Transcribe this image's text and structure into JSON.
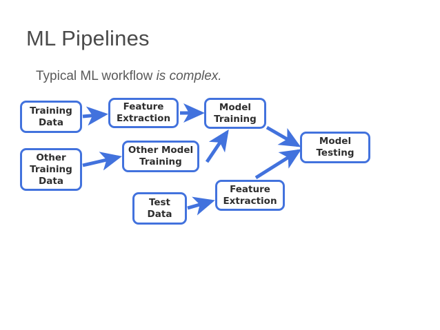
{
  "slide": {
    "title": "ML Pipelines",
    "subtitle_plain": "Typical ML workflow ",
    "subtitle_emphasis": "is complex.",
    "background_color": "#ffffff",
    "title_color": "#4a4a4a",
    "subtitle_color": "#595959"
  },
  "diagram": {
    "accent_color": "#4272DD",
    "node_text_color": "#2e2e2e",
    "node_fill_color": "#ffffff",
    "nodes": [
      {
        "id": "training-data",
        "label": "Training\nData"
      },
      {
        "id": "other-training-data",
        "label": "Other\nTraining\nData"
      },
      {
        "id": "feature-extraction-1",
        "label": "Feature\nExtraction"
      },
      {
        "id": "other-model-training",
        "label": "Other Model\nTraining"
      },
      {
        "id": "test-data",
        "label": "Test\nData"
      },
      {
        "id": "model-training",
        "label": "Model\nTraining"
      },
      {
        "id": "feature-extraction-2",
        "label": "Feature\nExtraction"
      },
      {
        "id": "model-testing",
        "label": "Model\nTesting"
      }
    ],
    "edges": [
      {
        "from": "training-data",
        "to": "feature-extraction-1"
      },
      {
        "from": "feature-extraction-1",
        "to": "model-training"
      },
      {
        "from": "other-training-data",
        "to": "other-model-training"
      },
      {
        "from": "other-model-training",
        "to": "model-training"
      },
      {
        "from": "model-training",
        "to": "model-testing"
      },
      {
        "from": "test-data",
        "to": "feature-extraction-2"
      },
      {
        "from": "feature-extraction-2",
        "to": "model-testing"
      }
    ]
  }
}
